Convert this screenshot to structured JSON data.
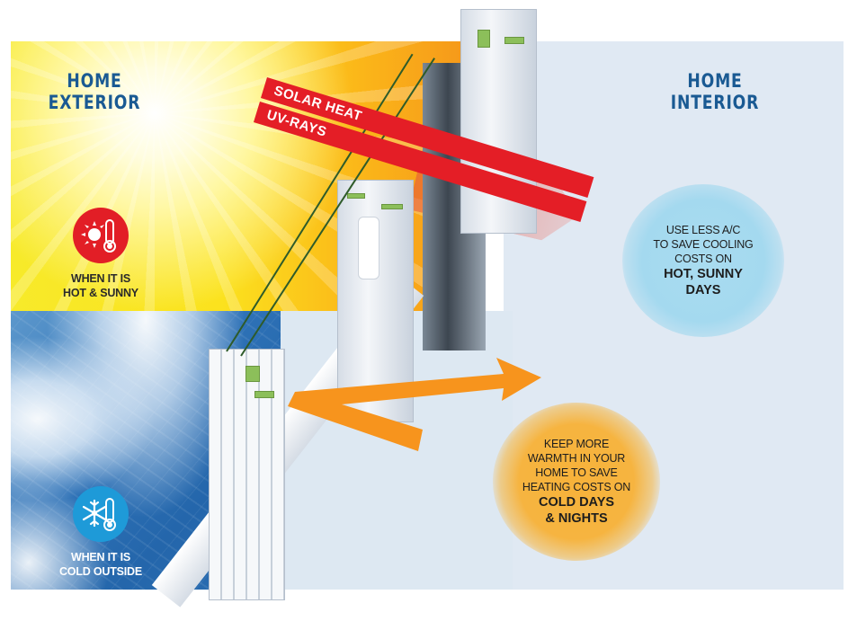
{
  "exterior": {
    "title_line1": "HOME",
    "title_line2": "EXTERIOR",
    "hot": {
      "icon": "sun-thermometer-icon",
      "caption_line1": "WHEN IT IS",
      "caption_line2": "HOT & SUNNY",
      "badge_color": "#e21e26"
    },
    "cold": {
      "icon": "snowflake-thermometer-icon",
      "caption_line1": "WHEN IT IS",
      "caption_line2": "COLD OUTSIDE",
      "badge_color": "#1e9ad8"
    }
  },
  "interior": {
    "title_line1": "HOME",
    "title_line2": "INTERIOR"
  },
  "rays": {
    "band1": "SOLAR HEAT",
    "band2": "UV-RAYS",
    "color": "#e41e26"
  },
  "benefits": {
    "cooling": {
      "line1": "USE LESS A/C",
      "line2": "TO SAVE COOLING",
      "line3": "COSTS ON",
      "emph1": "HOT, SUNNY",
      "emph2": "DAYS",
      "color": "#a4d9ef"
    },
    "heating": {
      "line1": "KEEP MORE",
      "line2": "WARMTH IN YOUR",
      "line3": "HOME TO SAVE",
      "line4": "HEATING COSTS ON",
      "emph1": "COLD DAYS",
      "emph2": "& NIGHTS",
      "color": "#f6b440"
    }
  },
  "colors": {
    "title_blue": "#1a5a93",
    "interior_bg": "#e0e9f3",
    "warm_arrow": "#f7941d"
  }
}
